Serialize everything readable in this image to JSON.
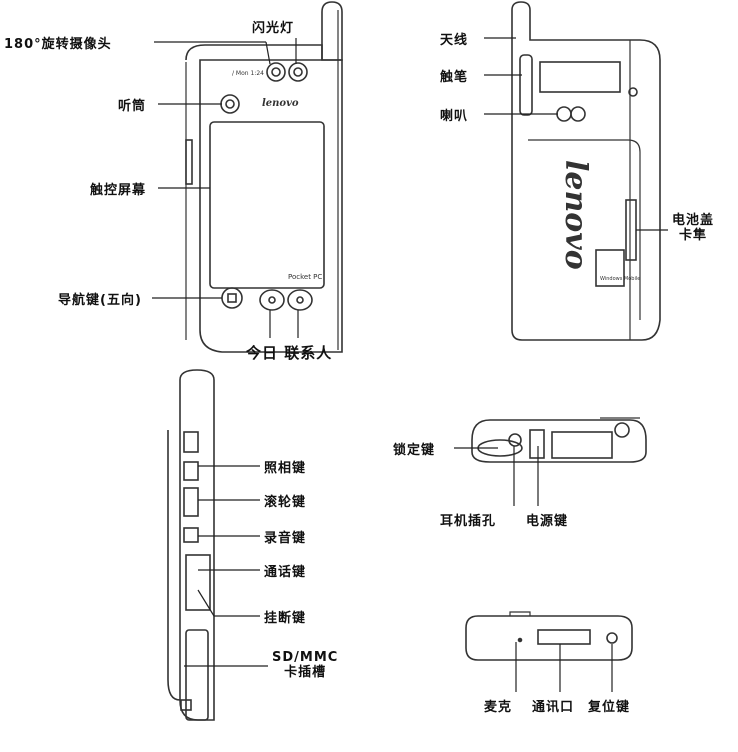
{
  "front": {
    "camera": "180°旋转摄像头",
    "flash": "闪光灯",
    "earpiece": "听筒",
    "touchscreen": "触控屏幕",
    "navkey": "导航键(五向)",
    "today_contacts": "今日 联系人",
    "brand": "lenovo",
    "pocketpc": "Pocket PC",
    "tiny_text": "/ Mon  1:24"
  },
  "back": {
    "antenna": "天线",
    "stylus": "触笔",
    "speaker": "喇叭",
    "battery_line1": "电池盖",
    "battery_line2": "卡隼",
    "brand": "lenovo",
    "windows_text": "Windows Mobile"
  },
  "side": {
    "camera_key": "照相键",
    "scroll_key": "滚轮键",
    "record_key": "录音键",
    "call_key": "通话键",
    "hangup_key": "挂断键",
    "sd_line1": "SD/MMC",
    "sd_line2": "卡插槽"
  },
  "top": {
    "lock_key": "锁定键",
    "earphone": "耳机插孔",
    "power_key": "电源键"
  },
  "bottom": {
    "mic": "麦克",
    "port": "通讯口",
    "reset": "复位键"
  }
}
